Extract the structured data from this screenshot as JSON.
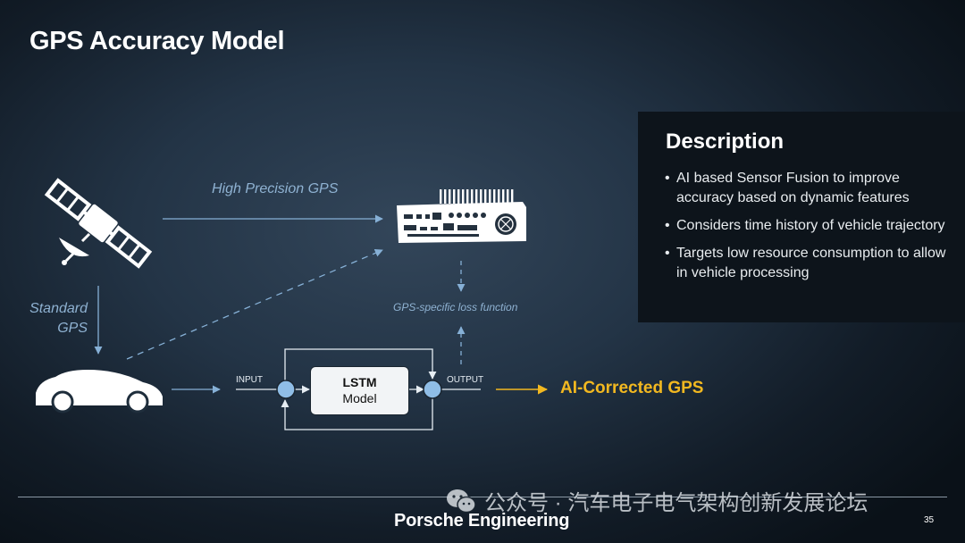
{
  "slide": {
    "title": "GPS Accuracy Model",
    "page_number": "35",
    "brand": "Porsche Engineering"
  },
  "description": {
    "heading": "Description",
    "bullets": [
      "AI based Sensor Fusion to improve accuracy based on dynamic features",
      "Considers time history of vehicle trajectory",
      "Targets low resource consumption to allow in vehicle processing"
    ]
  },
  "diagram": {
    "high_precision_label": "High Precision GPS",
    "standard_gps_label_line1": "Standard",
    "standard_gps_label_line2": "GPS",
    "loss_function_label": "GPS-specific loss function",
    "input_label": "INPUT",
    "output_label": "OUTPUT",
    "model_name": "LSTM",
    "model_subtitle": "Model",
    "result_label": "AI-Corrected GPS",
    "nodes": [
      "satellite-icon",
      "gps-receiver-device-icon",
      "car-icon"
    ]
  },
  "watermark": {
    "text": "公众号 · 汽车电子电气架构创新发展论坛"
  },
  "colors": {
    "arrow": "#86b0d6",
    "accent": "#f2b820",
    "node": "#8fbde6",
    "box_bg": "#0d141b"
  }
}
